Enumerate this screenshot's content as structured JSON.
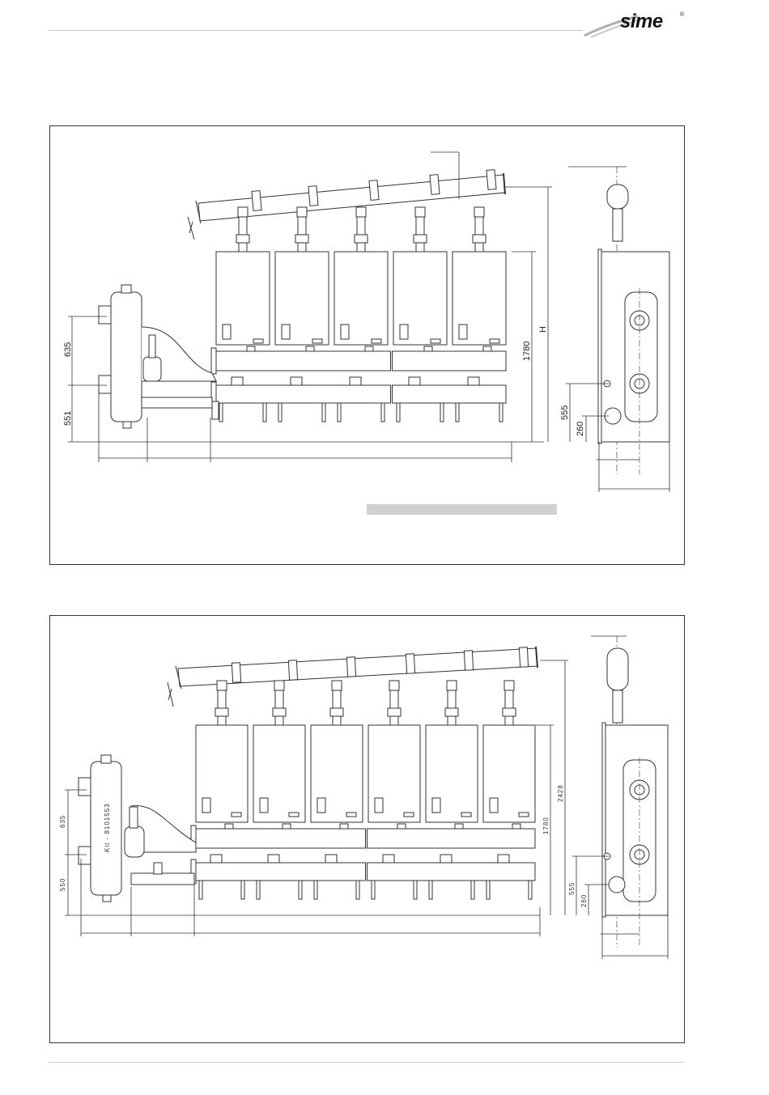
{
  "header": {
    "brand": "sime",
    "reg_mark": "®"
  },
  "diagram_1": {
    "dim_left_upper": "635",
    "dim_left_lower": "551",
    "dim_height_body": "1780",
    "dim_height_total": "H",
    "side_dim_upper": "555",
    "side_dim_lower": "260",
    "boiler_count": 5
  },
  "diagram_2": {
    "dim_left_upper": "635",
    "dim_left_lower": "550",
    "dim_height_body": "1780",
    "dim_height_total": "2428",
    "side_dim_upper": "555",
    "side_dim_lower": "260",
    "kit_label": "Kit - 8101553",
    "boiler_count": 6
  }
}
